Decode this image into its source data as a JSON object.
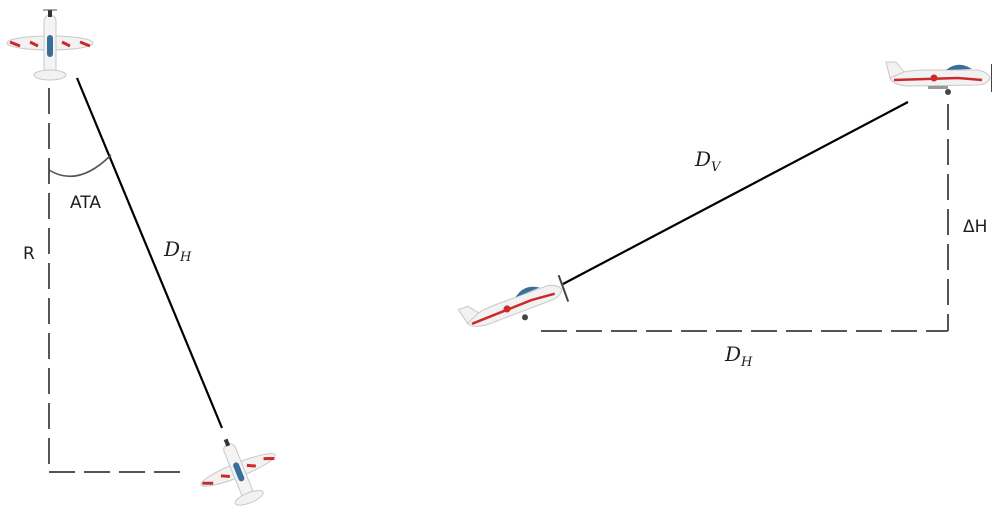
{
  "left_diagram": {
    "angle_label": "ATA",
    "range_label": "R",
    "distance_label": {
      "main": "D",
      "sub": "H"
    }
  },
  "right_diagram": {
    "slant_label": {
      "main": "D",
      "sub": "V"
    },
    "altitude_label": "ΔH",
    "horizontal_label": {
      "main": "D",
      "sub": "H"
    }
  },
  "colors": {
    "aircraft_body": "#f2f2f2",
    "aircraft_trim": "#cc2a2a",
    "canopy": "#3a6f9a",
    "line": "#000000",
    "dashed": "#555555"
  }
}
